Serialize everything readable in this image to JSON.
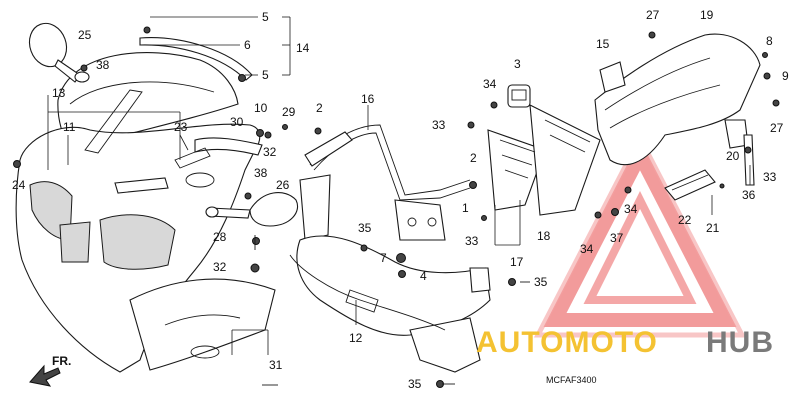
{
  "diagram": {
    "drawing_code": "MCFAF3400",
    "direction_label": "FR.",
    "part_numbers": [
      "1",
      "2",
      "3",
      "4",
      "5",
      "6",
      "7",
      "8",
      "9",
      "10",
      "11",
      "12",
      "13",
      "14",
      "15",
      "16",
      "17",
      "18",
      "19",
      "20",
      "21",
      "22",
      "23",
      "24",
      "25",
      "26",
      "27",
      "28",
      "29",
      "30",
      "31",
      "32",
      "33",
      "34",
      "35",
      "36",
      "37",
      "38"
    ]
  },
  "watermark": {
    "text_auto": "AUTOMOTO",
    "text_hub": "HUB",
    "colors": {
      "triangle": "#f08a8a",
      "auto_text": "#f4c232",
      "hub_text": "#7a7a7a"
    }
  }
}
